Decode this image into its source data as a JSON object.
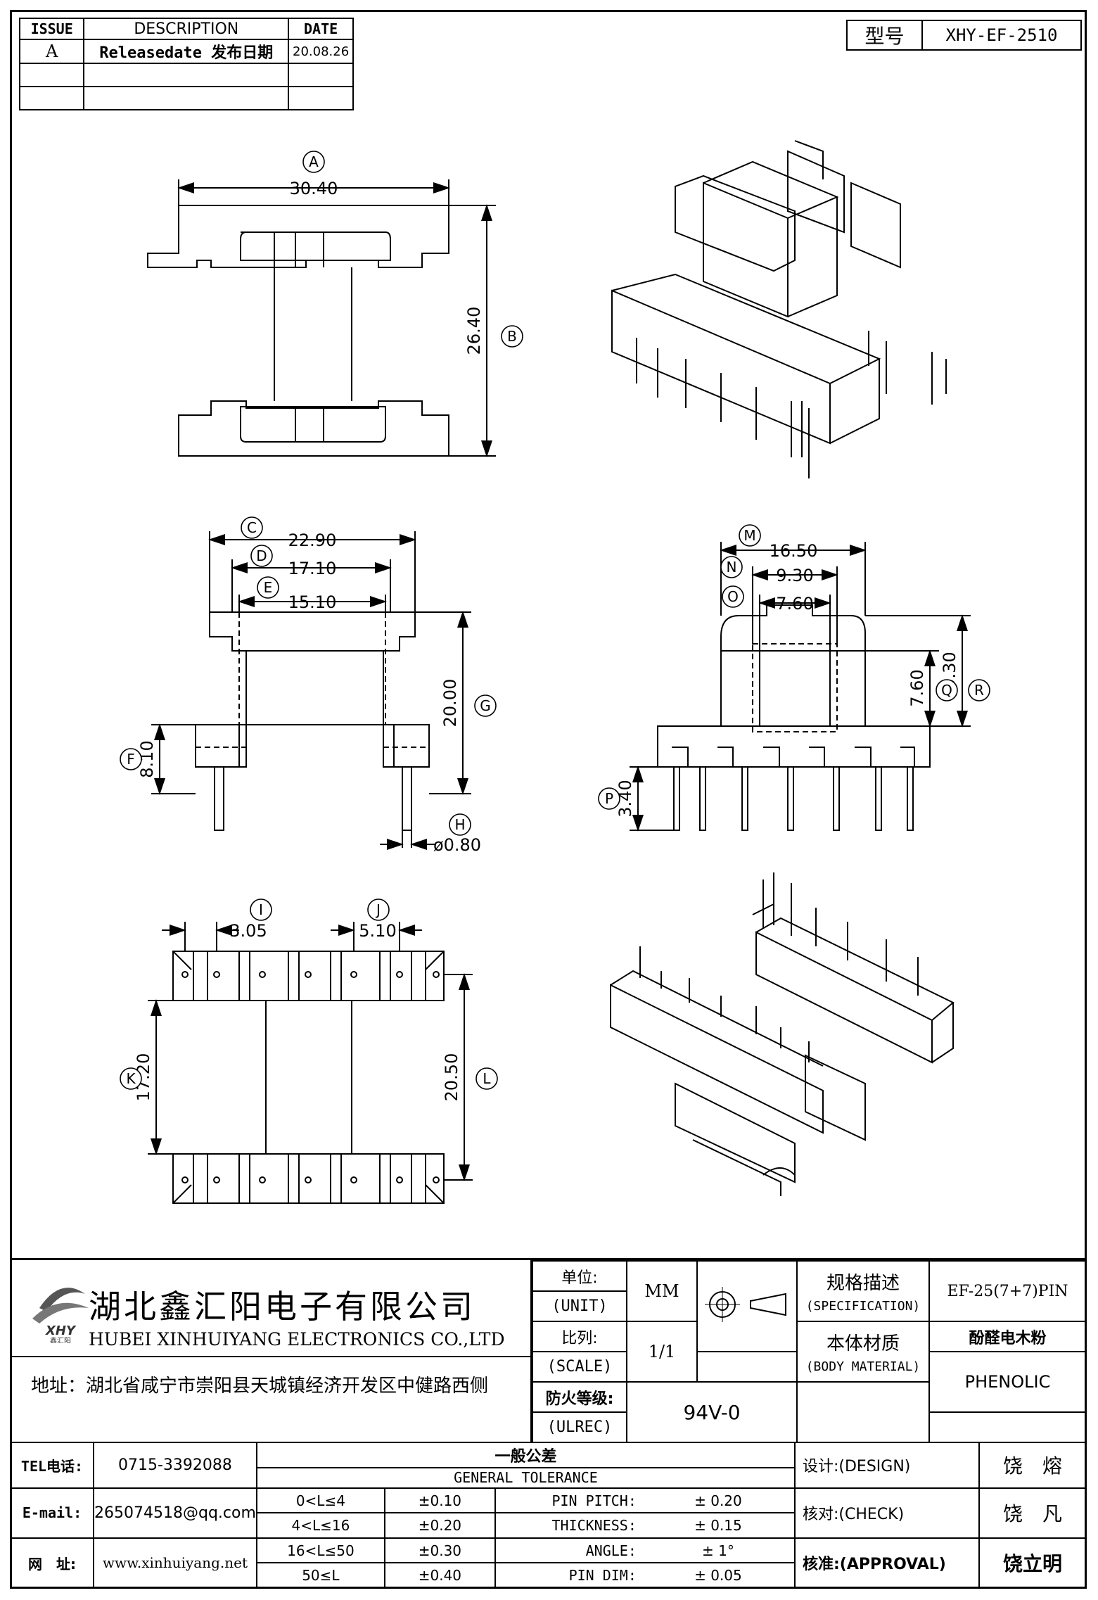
{
  "revision": {
    "headers": [
      "ISSUE",
      "DESCRIPTION",
      "DATE"
    ],
    "rows": [
      {
        "issue": "A",
        "description": "Releasedate 发布日期",
        "date": "20.08.26"
      },
      {
        "issue": "",
        "description": "",
        "date": ""
      },
      {
        "issue": "",
        "description": "",
        "date": ""
      }
    ]
  },
  "model": {
    "label": "型号",
    "value": "XHY-EF-2510"
  },
  "dims": {
    "A": "A",
    "B": "B",
    "C": "C",
    "D": "D",
    "E": "E",
    "F": "F",
    "G": "G",
    "H": "H",
    "I": "I",
    "J": "J",
    "K": "K",
    "L": "L",
    "M": "M",
    "N": "N",
    "O": "O",
    "P": "P",
    "Q": "Q",
    "R": "R",
    "a_val": "30.40",
    "b_val": "26.40",
    "c_val": "22.90",
    "d_val": "17.10",
    "e_val": "15.10",
    "f_val": "8.10",
    "g_val": "20.00",
    "h_val": "ø0.80",
    "i_val": "3.05",
    "j_val": "5.10",
    "k_val": "17.20",
    "l_val": "20.50",
    "m_val": "16.50",
    "n_val": "9.30",
    "o_val": "7.60",
    "p_val": "3.40",
    "q_val": "7.60",
    "r_val": "9.30"
  },
  "company": {
    "name_cn": "湖北鑫汇阳电子有限公司",
    "name_en": "HUBEI XINHUIYANG ELECTRONICS CO.,LTD",
    "address": "地址：湖北省咸宁市崇阳县天城镇经济开发区中健路西侧",
    "logo_text": "XHY",
    "logo_sub": "鑫汇阳"
  },
  "info": {
    "unit_cn": "单位:",
    "unit_en": "(UNIT)",
    "unit_val": "MM",
    "scale_cn": "比列:",
    "scale_en": "(SCALE)",
    "scale_val": "1/1",
    "ul_cn": "防火等级:",
    "ul_en": "(ULREC)",
    "ul_val": "94V-0",
    "spec_cn": "规格描述",
    "spec_en": "(SPECIFICATION)",
    "spec_val": "EF-25(7+7)PIN",
    "mat_cn": "本体材质",
    "mat_en": "(BODY MATERIAL)",
    "mat_val_cn": "酚醛电木粉",
    "mat_val_en": "PHENOLIC"
  },
  "contact": {
    "tel_label": "TEL电话:",
    "tel": "0715-3392088",
    "email_label": "E-mail:",
    "email": "265074518@qq.com",
    "web_label": "网　址:",
    "web": "www.xinhuiyang.net"
  },
  "tolerance": {
    "title_cn": "一般公差",
    "title_en": "GENERAL TOLERANCE",
    "ranges": [
      {
        "range": "0<L≤4",
        "tol": "±0.10"
      },
      {
        "range": "4<L≤16",
        "tol": "±0.20"
      },
      {
        "range": "16<L≤50",
        "tol": "±0.30"
      },
      {
        "range": "50≤L",
        "tol": "±0.40"
      }
    ],
    "items": [
      {
        "name": "PIN PITCH:",
        "val": "±  0.20"
      },
      {
        "name": "THICKNESS:",
        "val": "±  0.15"
      },
      {
        "name": "ANGLE:",
        "val": "±  1°"
      },
      {
        "name": "PIN DIM:",
        "val": "±  0.05"
      }
    ]
  },
  "approval": {
    "design_label": "设计:(DESIGN)",
    "design": "饶　熔",
    "check_label": "核对:(CHECK)",
    "check": "饶　凡",
    "approve_label": "核准:(APPROVAL)",
    "approve": "饶立明"
  }
}
